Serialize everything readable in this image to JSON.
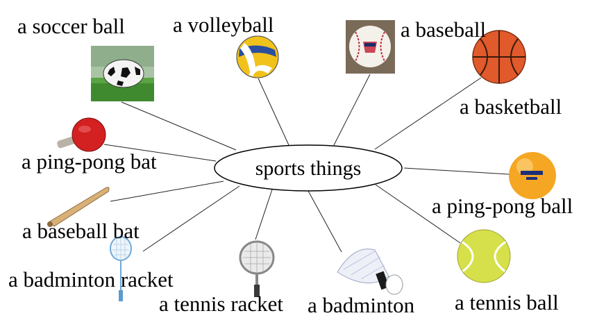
{
  "center": {
    "label": "sports things"
  },
  "items": [
    {
      "key": "soccer-ball",
      "label": "a soccer ball",
      "icon": "soccer-ball-icon"
    },
    {
      "key": "volleyball",
      "label": "a volleyball",
      "icon": "volleyball-icon"
    },
    {
      "key": "baseball",
      "label": "a baseball",
      "icon": "baseball-icon"
    },
    {
      "key": "basketball",
      "label": "a basketball",
      "icon": "basketball-icon"
    },
    {
      "key": "ping-pong-bat",
      "label": "a ping-pong bat",
      "icon": "ping-pong-bat-icon"
    },
    {
      "key": "ping-pong-ball",
      "label": "a ping-pong ball",
      "icon": "ping-pong-ball-icon"
    },
    {
      "key": "baseball-bat",
      "label": "a baseball bat",
      "icon": "baseball-bat-icon"
    },
    {
      "key": "badminton-racket",
      "label": "a badminton racket",
      "icon": "badminton-racket-icon"
    },
    {
      "key": "tennis-racket",
      "label": "a tennis racket",
      "icon": "tennis-racket-icon"
    },
    {
      "key": "badminton",
      "label": "a badminton",
      "icon": "shuttlecock-icon"
    },
    {
      "key": "tennis-ball",
      "label": "a tennis ball",
      "icon": "tennis-ball-icon"
    }
  ],
  "colors": {
    "basketball": "#e05a2b",
    "ping_pong_paddle": "#d32020",
    "ping_pong_ball": "#f5a623",
    "tennis_ball": "#d6e04a",
    "volleyball_yellow": "#f2c21c",
    "volleyball_blue": "#2a4fa0",
    "grass": "#3f8a2e"
  }
}
